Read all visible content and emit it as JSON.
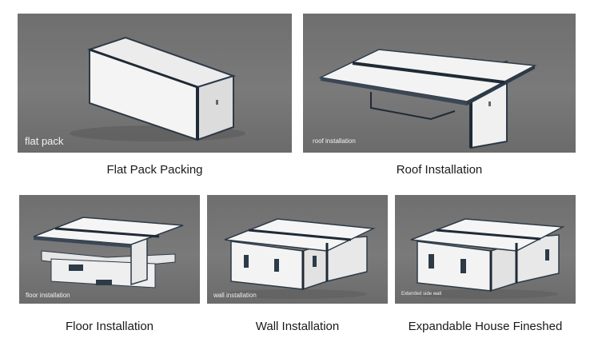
{
  "steps": [
    {
      "tag": "flat pack",
      "caption": "Flat Pack Packing"
    },
    {
      "tag": "roof installation",
      "caption": "Roof Installation"
    },
    {
      "tag": "floor installation",
      "caption": "Floor Installation"
    },
    {
      "tag": "wall installation",
      "caption": "Wall Installation"
    },
    {
      "tag": "Extended side wall",
      "caption": "Expandable House Fineshed"
    }
  ]
}
